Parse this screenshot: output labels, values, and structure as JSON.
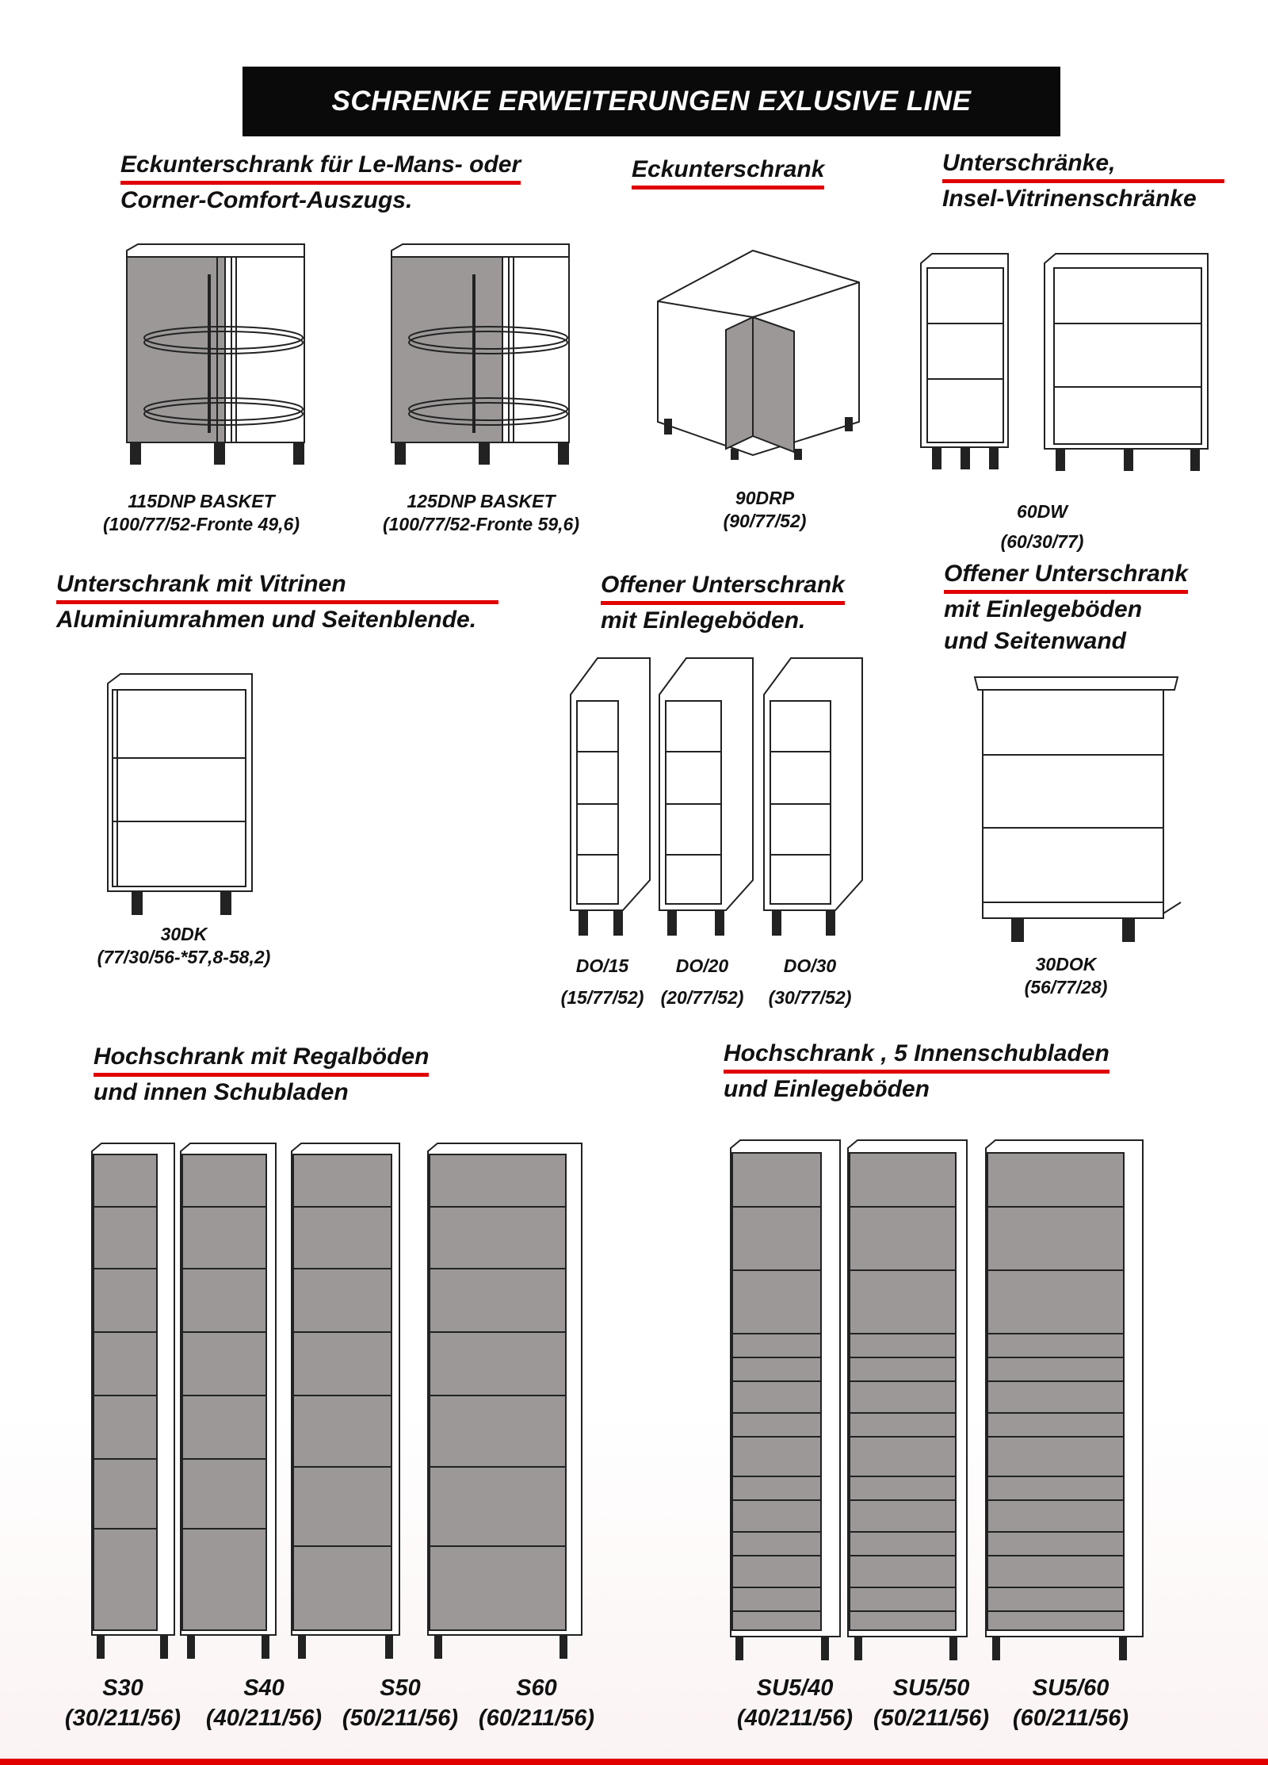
{
  "title": "SCHRENKE ERWEITERUNGEN  EXLUSIVE LINE",
  "sections": {
    "corner_basket": {
      "line1": "Eckunterschrank für  Le-Mans- oder",
      "line2": "Corner-Comfort-Auszugs."
    },
    "corner": {
      "line1": "Eckunterschrank"
    },
    "base_island": {
      "line1": "Unterschränke,",
      "line2": "Insel-Vitrinenschränke"
    },
    "vitrine": {
      "line1": "Unterschrank mit Vitrinen",
      "line2": "Aluminiumrahmen und Seitenblende."
    },
    "open_base": {
      "line1": "Offener Unterschrank",
      "line2": "mit Einlegeböden."
    },
    "open_base_side": {
      "line1": "Offener Unterschrank",
      "line2": "mit Einlegeböden",
      "line3": "und  Seitenwand"
    },
    "tall_shelves": {
      "line1": "Hochschrank mit Regalböden",
      "line2": "und innen Schubladen"
    },
    "tall_drawers": {
      "line1": "Hochschrank , 5 Innenschubladen",
      "line2": "und Einlegeböden"
    }
  },
  "products": {
    "p115dnp": {
      "code": "115DNP BASKET",
      "dims": "(100/77/52-Fronte 49,6)"
    },
    "p125dnp": {
      "code": "125DNP BASKET",
      "dims": "(100/77/52-Fronte 59,6)"
    },
    "p90drp": {
      "code": "90DRP",
      "dims": "(90/77/52)"
    },
    "p60dw": {
      "code": "60DW",
      "dims": "(60/30/77)"
    },
    "p30dk": {
      "code": "30DK",
      "dims": "(77/30/56-*57,8-58,2)"
    },
    "do15": {
      "code": "DO/15",
      "dims": "(15/77/52)"
    },
    "do20": {
      "code": "DO/20",
      "dims": "(20/77/52)"
    },
    "do30": {
      "code": "DO/30",
      "dims": "(30/77/52)"
    },
    "p30dok": {
      "code": "30DOK",
      "dims": "(56/77/28)"
    },
    "s30": {
      "code": "S30",
      "dims": "(30/211/56)"
    },
    "s40": {
      "code": "S40",
      "dims": "(40/211/56)"
    },
    "s50": {
      "code": "S50",
      "dims": "(50/211/56)"
    },
    "s60": {
      "code": "S60",
      "dims": "(60/211/56)"
    },
    "su540": {
      "code": "SU5/40",
      "dims": "(40/211/56)"
    },
    "su550": {
      "code": "SU5/50",
      "dims": "(50/211/56)"
    },
    "su560": {
      "code": "SU5/60",
      "dims": "(60/211/56)"
    }
  },
  "colors": {
    "accent": "#e00000",
    "banner": "#0a0a0a",
    "cabinet_fill": "#9c9898"
  }
}
